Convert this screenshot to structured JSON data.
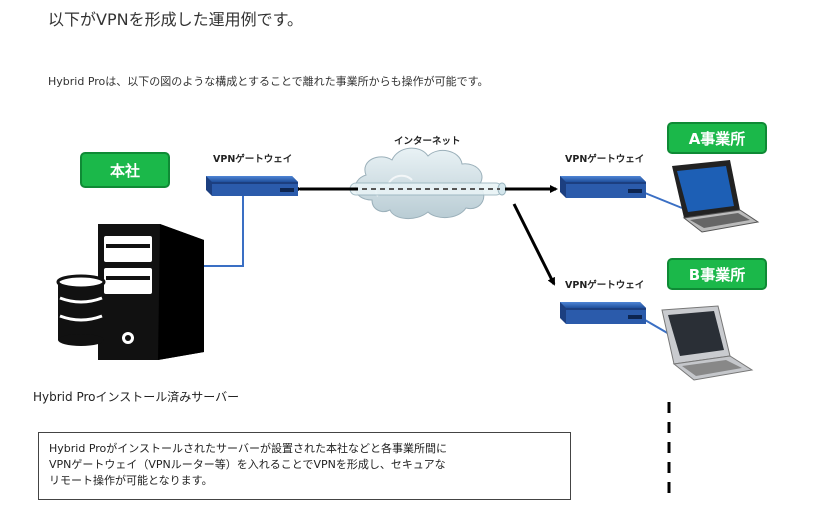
{
  "heading": "以下がVPNを形成した運用例です。",
  "intro": "Hybrid Proは、以下の図のような構成とすることで離れた事業所からも操作が可能です。",
  "internet_label": "インターネット",
  "gateways": [
    {
      "label": "VPNゲートウェイ"
    },
    {
      "label": "VPNゲートウェイ"
    },
    {
      "label": "VPNゲートウェイ"
    }
  ],
  "sites": {
    "hq": "本社",
    "a": "A事業所",
    "b": "B事業所"
  },
  "server_caption": "Hybrid Proインストール済みサーバー",
  "note_lines": [
    "Hybrid Proがインストールされたサーバーが設置された本社などと各事業所間に",
    "VPNゲートウェイ（VPNルーター等）を入れることでVPNを形成し、セキュアな",
    "リモート操作が可能となります。"
  ],
  "colors": {
    "badge_green": "#1bb84a",
    "router_blue": "#2a5aa8",
    "link_blue": "#3a6fc4"
  }
}
